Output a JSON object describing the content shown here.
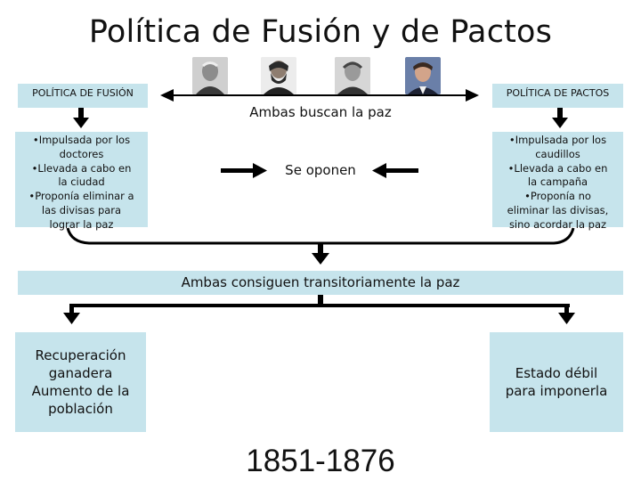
{
  "title": "Política de Fusión y de Pactos",
  "left_header": "POLÍTICA DE FUSIÓN",
  "right_header": "POLÍTICA DE PACTOS",
  "both_seek": "Ambas buscan la paz",
  "oppose": "Se oponen",
  "left_points": [
    "•Impulsada por los",
    "doctores",
    "•Llevada a cabo en",
    "la ciudad",
    "•Proponía eliminar a",
    "las divisas para",
    "lograr la paz"
  ],
  "right_points": [
    "•Impulsada por los",
    "caudillos",
    "•Llevada a cabo en",
    "la campaña",
    "•Proponía no",
    "eliminar las divisas,",
    "sino acordar la paz"
  ],
  "both_achieve": "Ambas consiguen transitoriamente la paz",
  "left_result": [
    "Recuperación",
    "ganadera",
    "Aumento de la",
    "población"
  ],
  "right_result": [
    "Estado débil",
    "para imponerla"
  ],
  "period": "1851-1876",
  "colors": {
    "box_fill": "#c6e4ec",
    "line": "#000000"
  }
}
